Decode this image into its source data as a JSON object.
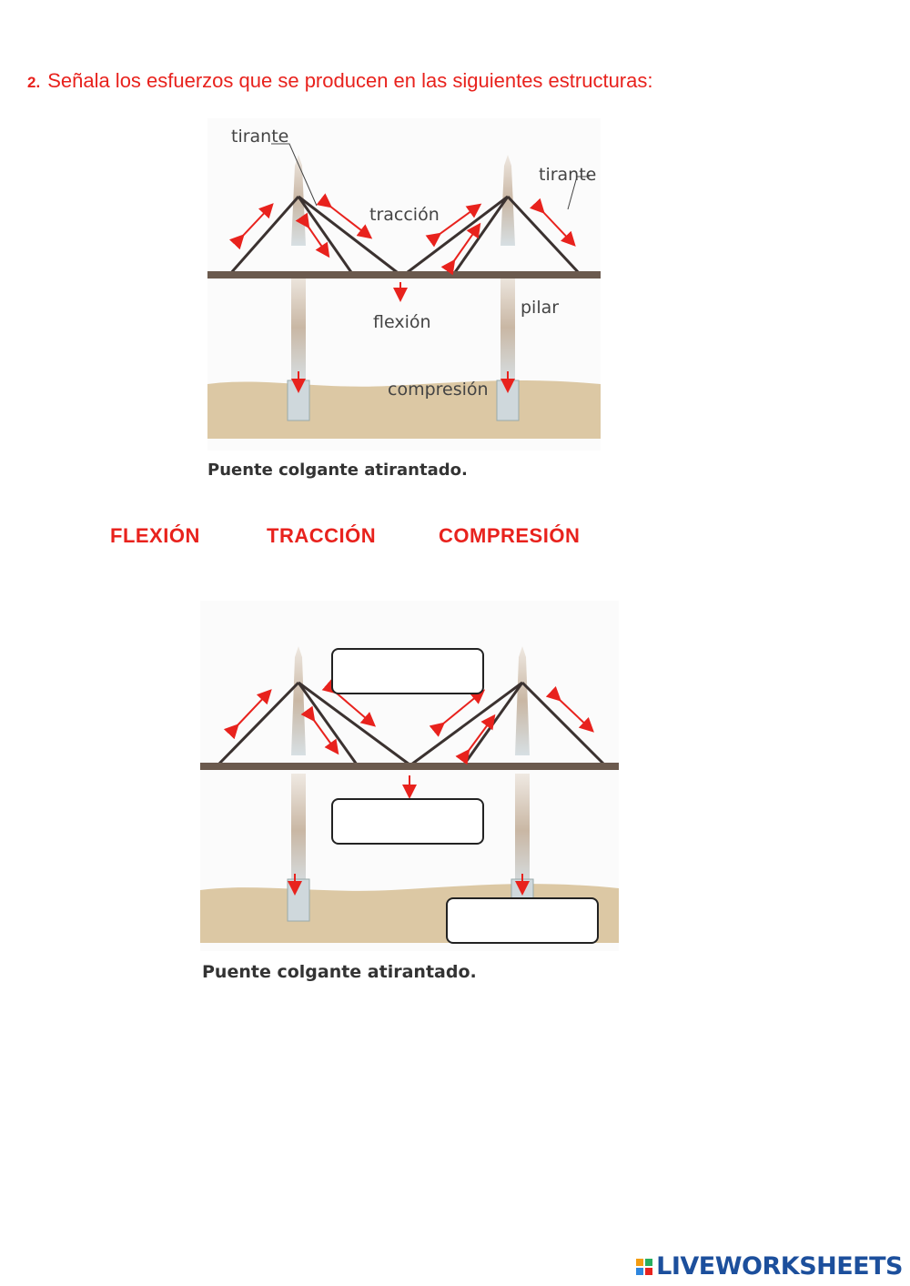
{
  "question": {
    "number": "2.",
    "text": "Señala los esfuerzos que se producen en las siguientes estructuras:"
  },
  "figure1": {
    "labels": {
      "tirante_left": "tirante",
      "tirante_right": "tirante",
      "traccion": "tracción",
      "flexion": "flexión",
      "pilar": "pilar",
      "compresion": "compresión"
    },
    "caption": "Puente colgante atirantado."
  },
  "word_bank": [
    "FLEXIÓN",
    "TRACCIÓN",
    "COMPRESIÓN"
  ],
  "figure2": {
    "caption": "Puente colgante atirantado."
  },
  "colors": {
    "accent_red": "#e8221d",
    "deck": "#6b5a4e",
    "ground": "#dcc8a4",
    "brand_blue": "#1c4f9c"
  },
  "brand": {
    "name": "LIVEWORKSHEETS"
  }
}
